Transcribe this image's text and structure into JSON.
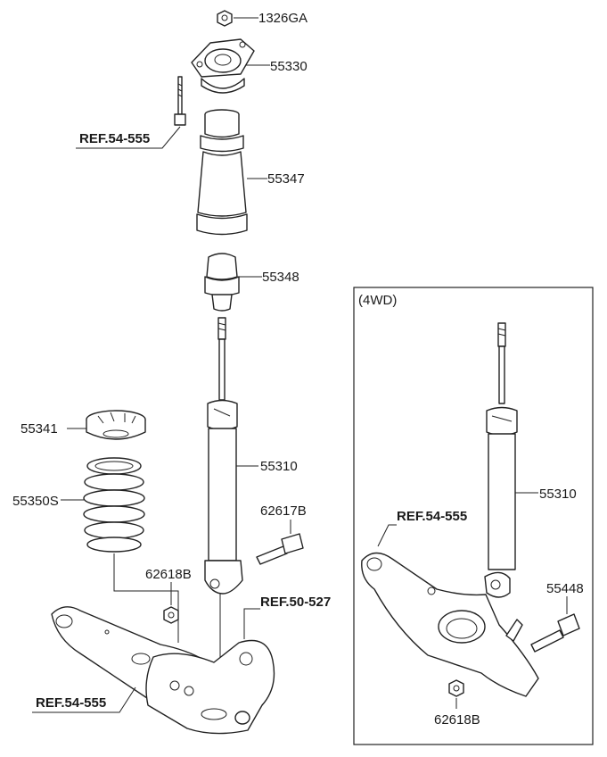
{
  "labels": {
    "nut_top": "1326GA",
    "mount": "55330",
    "dust_cover": "55347",
    "bump_stopper": "55348",
    "spring_pad": "55341",
    "spring": "55350S",
    "shock_main": "55310",
    "bolt_main": "62617B",
    "nut_main": "62618B",
    "shock_4wd": "55310",
    "bolt_4wd": "55448",
    "nut_4wd": "62618B"
  },
  "refs": {
    "mount_bolt": "REF.54-555",
    "knuckle": "REF.50-527",
    "lower_arm": "REF.54-555",
    "arm_4wd": "REF.54-555"
  },
  "inset_title": "(4WD)"
}
